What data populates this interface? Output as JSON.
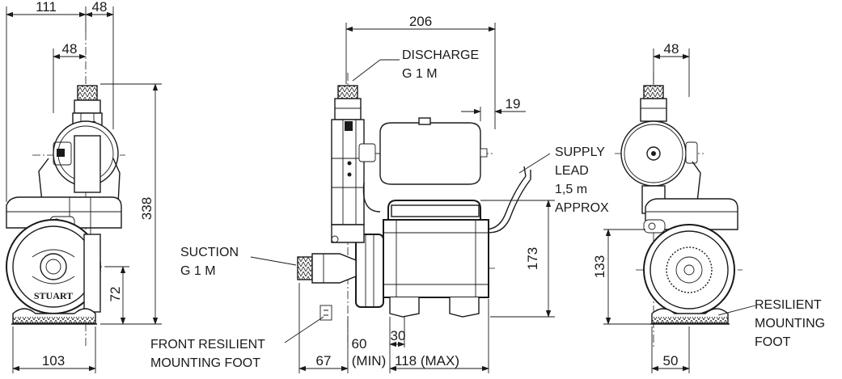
{
  "dimensions": {
    "left_width_top": "111",
    "left_offset_top": "48",
    "left_inner": "48",
    "height_overall": "338",
    "foot_height_left": "72",
    "base_width_left": "103",
    "width_top_middle": "206",
    "tank_offset": "19",
    "motor_height": "173",
    "suction_offset": "67",
    "min_offset": "60",
    "min_label": "(MIN)",
    "foot_gap": "30",
    "max_offset": "118 (MAX)",
    "right_width_top": "48",
    "motor_height_right": "133",
    "foot_width_right": "50"
  },
  "labels": {
    "discharge_line1": "DISCHARGE",
    "discharge_line2": "G 1 M",
    "supply_line1": "SUPPLY",
    "supply_line2": "LEAD",
    "supply_line3": "1,5 m",
    "supply_line4": "APPROX",
    "suction_line1": "SUCTION",
    "suction_line2": "G 1 M",
    "front_foot_line1": "FRONT RESILIENT",
    "front_foot_line2": "MOUNTING FOOT",
    "resilient_line1": "RESILIENT",
    "resilient_line2": "MOUNTING",
    "resilient_line3": "FOOT",
    "brand": "STUART"
  }
}
